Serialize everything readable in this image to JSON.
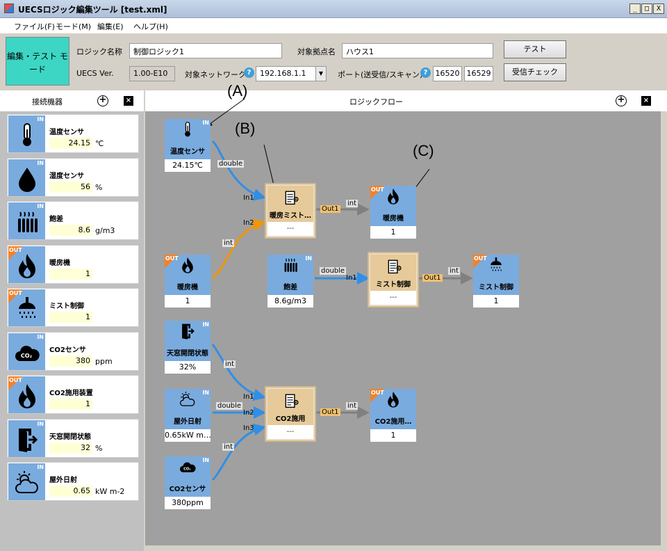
{
  "window": {
    "title": "UECSロジック編集ツール [test.xml]"
  },
  "menu": [
    "ファイル(F)",
    "モード(M)",
    "編集(E)",
    "ヘルプ(H)"
  ],
  "toolbar": {
    "mode_button": "編集・テスト モード",
    "logic_name_label": "ロジック名称",
    "logic_name_value": "制御ロジック1",
    "target_site_label": "対象拠点名",
    "target_site_value": "ハウス1",
    "test_button": "テスト",
    "uecs_ver_label": "UECS Ver.",
    "uecs_ver_value": "1.00-E10",
    "network_label": "対象ネットワーク",
    "network_value": "192.168.1.1",
    "port_label": "ポート(送受信/スキャン)",
    "port_send": "16520",
    "port_scan": "16529",
    "receive_check_button": "受信チェック"
  },
  "left_panel": {
    "title": "接続機器",
    "devices": [
      {
        "name": "温度センサ",
        "value": "24.15",
        "unit": "℃",
        "dir": "IN",
        "icon": "thermometer-icon"
      },
      {
        "name": "湿度センサ",
        "value": "56",
        "unit": "%",
        "dir": "IN",
        "icon": "water-drop-icon"
      },
      {
        "name": "飽差",
        "value": "8.6",
        "unit": "g/m3",
        "dir": "IN",
        "icon": "radiator-icon"
      },
      {
        "name": "暖房機",
        "value": "1",
        "unit": "",
        "dir": "OUT",
        "icon": "flame-icon"
      },
      {
        "name": "ミスト制御",
        "value": "1",
        "unit": "",
        "dir": "OUT",
        "icon": "shower-icon"
      },
      {
        "name": "CO2センサ",
        "value": "380",
        "unit": "ppm",
        "dir": "IN",
        "icon": "co2-cloud-icon"
      },
      {
        "name": "CO2施用装置",
        "value": "1",
        "unit": "",
        "dir": "OUT",
        "icon": "flame-icon"
      },
      {
        "name": "天窓開閉状態",
        "value": "32",
        "unit": "%",
        "dir": "IN",
        "icon": "door-exit-icon"
      },
      {
        "name": "屋外日射",
        "value": "0.65",
        "unit": "kW m-2",
        "dir": "IN",
        "icon": "sun-cloud-icon"
      }
    ]
  },
  "flow": {
    "title": "ロジックフロー",
    "nodes": {
      "temp": {
        "label": "温度センサ",
        "value": "24.15℃",
        "dir": "IN"
      },
      "heater_in": {
        "label": "暖房機",
        "value": "1",
        "dir": "OUT"
      },
      "logic1": {
        "label": "暖房ミスト…",
        "value": "---"
      },
      "heater_out": {
        "label": "暖房機",
        "value": "1",
        "dir": "OUT"
      },
      "vpd": {
        "label": "飽差",
        "value": "8.6g/m3",
        "dir": "IN"
      },
      "logic2": {
        "label": "ミスト制御",
        "value": "---"
      },
      "mist_out": {
        "label": "ミスト制御",
        "value": "1",
        "dir": "OUT"
      },
      "window": {
        "label": "天窓開閉状態",
        "value": "32%",
        "dir": "IN"
      },
      "solar": {
        "label": "屋外日射",
        "value": "0.65kW m…",
        "dir": "IN"
      },
      "co2": {
        "label": "CO2センサ",
        "value": "380ppm",
        "dir": "IN"
      },
      "logic3": {
        "label": "CO2施用",
        "value": "---"
      },
      "co2_out": {
        "label": "CO2施用…",
        "value": "1",
        "dir": "OUT"
      }
    },
    "ports": {
      "in1": "In1",
      "in2": "In2",
      "in3": "In3",
      "out1": "Out1"
    },
    "types": {
      "double": "double",
      "int": "int"
    }
  },
  "annotations": {
    "a": "(A)",
    "b": "(B)",
    "c": "(C)"
  },
  "glyphs": {
    "co2": "CO₂",
    "plus": "+",
    "close": "×",
    "help": "?",
    "min": "_",
    "max": "□",
    "x": "X",
    "dropdown": "▼",
    "in": "IN",
    "out": "OUT"
  },
  "colors": {
    "mode_button": "#3dd6c4",
    "device_icon_bg": "#7aabde",
    "out_badge": "#f0822a",
    "logic_node": "#e6ca9a",
    "edge_double": "#2f8fe8",
    "edge_int_orange": "#f0960a",
    "edge_out": "#808080"
  }
}
